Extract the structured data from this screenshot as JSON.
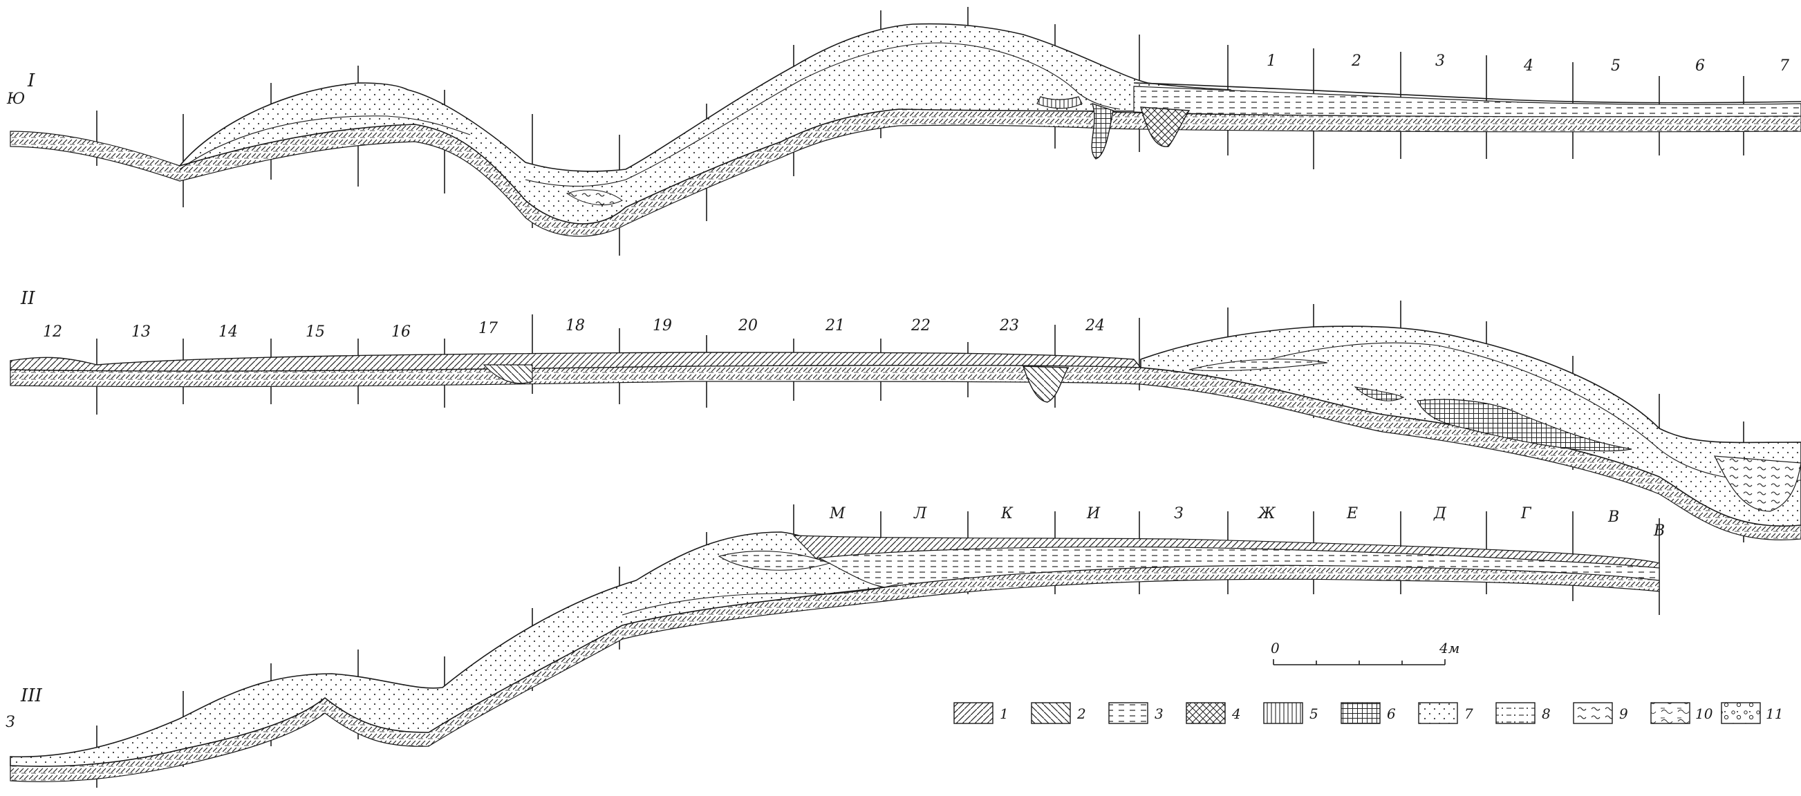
{
  "sections": {
    "I": {
      "label": "I",
      "side_label": "Ю",
      "squares": [
        "1",
        "2",
        "3",
        "4",
        "5",
        "6",
        "7"
      ]
    },
    "II": {
      "label": "II",
      "squares": [
        "12",
        "13",
        "14",
        "15",
        "16",
        "17",
        "18",
        "19",
        "20",
        "21",
        "22",
        "23",
        "24"
      ]
    },
    "III": {
      "label": "III",
      "side_label": "З",
      "squares": [
        "М",
        "Л",
        "К",
        "И",
        "З",
        "Ж",
        "Е",
        "Д",
        "Г",
        "В"
      ],
      "end_label": "В"
    }
  },
  "scale": {
    "start": "0",
    "end": "4м"
  },
  "legend": [
    "1",
    "2",
    "3",
    "4",
    "5",
    "6",
    "7",
    "8",
    "9",
    "10",
    "11"
  ]
}
